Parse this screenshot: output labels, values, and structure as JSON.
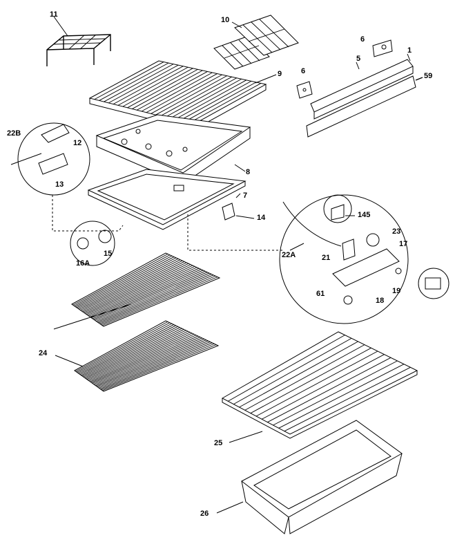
{
  "labels": {
    "p1": "1",
    "p5": "5",
    "p6a": "6",
    "p6b": "6",
    "p7": "7",
    "p8": "8",
    "p9": "9",
    "p10": "10",
    "p11": "11",
    "p12": "12",
    "p13": "13",
    "p14": "14",
    "p15": "15",
    "p16a": "16A",
    "p17": "17",
    "p18": "18",
    "p19": "19",
    "p21": "21",
    "p22a": "22A",
    "p22b": "22B",
    "p23": "23",
    "p24": "24",
    "p25": "25",
    "p26": "26",
    "p59": "59",
    "p61": "61",
    "p145": "145"
  }
}
